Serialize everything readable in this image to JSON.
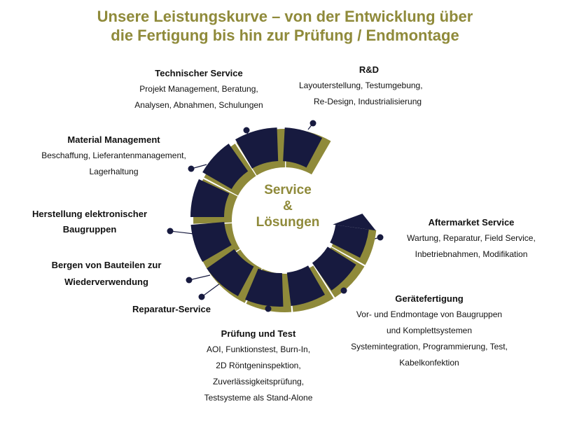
{
  "title": {
    "line1": "Unsere Leistungskurve – von der Entwicklung über",
    "line2": "die Fertigung bis hin zur Prüfung / Endmontage"
  },
  "center": {
    "line1": "Service",
    "line2": "&",
    "line3": "Lösungen"
  },
  "colors": {
    "accent": "#8f8a3a",
    "segment": "#171a3f",
    "text": "#111111"
  },
  "labels": {
    "technischer_service": {
      "heading": "Technischer Service",
      "lines": [
        "Projekt Management, Beratung,",
        "Analysen, Abnahmen, Schulungen"
      ]
    },
    "rd": {
      "heading": "R&D",
      "lines": [
        "Layouterstellung, Testumgebung,",
        "Re-Design, Industrialisierung"
      ]
    },
    "material_management": {
      "heading": "Material Management",
      "lines": [
        "Beschaffung, Lieferantenmanagement,",
        "Lagerhaltung"
      ]
    },
    "herstellung": {
      "heading_lines": [
        "Herstellung elektronischer",
        "Baugruppen"
      ]
    },
    "bergen": {
      "heading_lines": [
        "Bergen von Bauteilen zur",
        "Wiederverwendung"
      ]
    },
    "reparatur": {
      "heading": "Reparatur-Service"
    },
    "pruefung": {
      "heading": "Prüfung und Test",
      "lines": [
        "AOI, Funktionstest, Burn-In,",
        "2D Röntgeninspektion,",
        "Zuverlässigkeitsprüfung,",
        "Testsysteme als Stand-Alone"
      ]
    },
    "geraetefertigung": {
      "heading": "Gerätefertigung",
      "lines": [
        "Vor- und Endmontage von Baugruppen",
        "und Komplettsystemen",
        "Systemintegration, Programmierung, Test,",
        "Kabelkonfektion"
      ]
    },
    "aftermarket": {
      "heading": "Aftermarket Service",
      "lines": [
        "Wartung, Reparatur, Field Service,",
        "Inbetriebnahmen, Modifikation"
      ]
    }
  }
}
